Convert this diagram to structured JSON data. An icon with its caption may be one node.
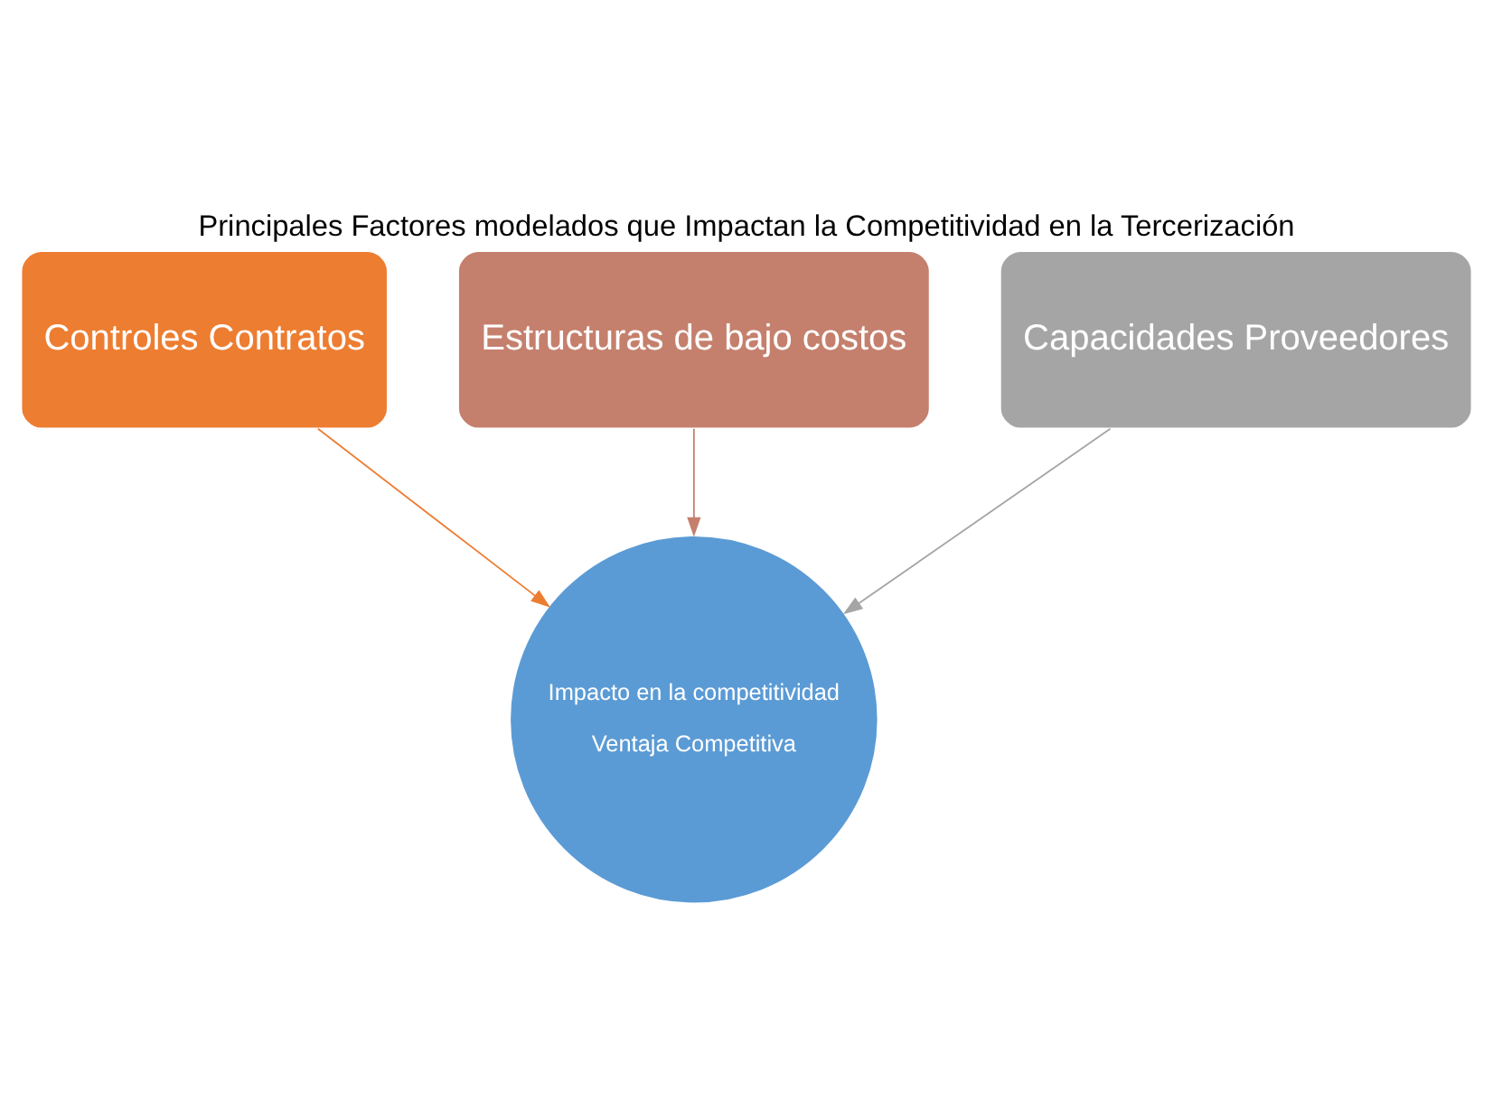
{
  "diagram": {
    "title": "Principales Factores modelados que Impactan la Competitividad en la Tercerización",
    "nodes": [
      {
        "text": [
          "Controles Contratos"
        ]
      },
      {
        "text": [
          "Estructuras de bajo costos"
        ]
      },
      {
        "text": [
          "Capacidades Proveedores"
        ]
      },
      {
        "text": [
          "Impacto en la competitividad",
          "Ventaja Competitiva"
        ]
      }
    ],
    "edges": [
      {
        "from": 0,
        "to": 3,
        "arrow": "to",
        "color": "#ed7d31"
      },
      {
        "from": 1,
        "to": 3,
        "arrow": "to",
        "color": "#c5806d"
      },
      {
        "from": 2,
        "to": 3,
        "arrow": "to",
        "color": "#a5a5a5"
      }
    ]
  }
}
